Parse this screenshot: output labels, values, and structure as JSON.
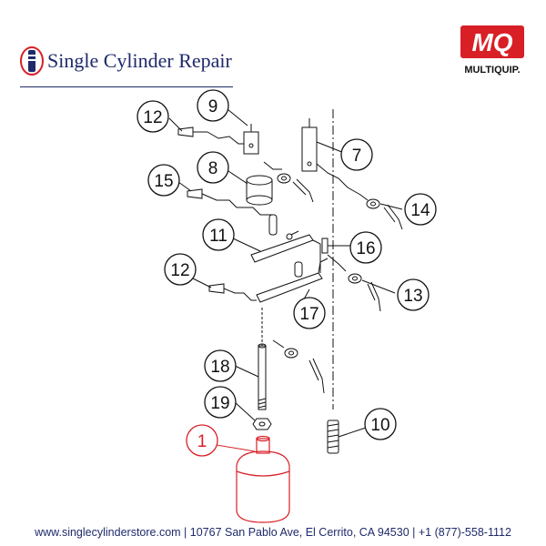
{
  "header": {
    "brand": "Single Cylinder Repair",
    "partner_logo_text": "MQ",
    "partner_name": "MULTIQUIP."
  },
  "callouts": [
    {
      "id": "c1",
      "label": "1",
      "highlight": true
    },
    {
      "id": "c7",
      "label": "7"
    },
    {
      "id": "c8",
      "label": "8"
    },
    {
      "id": "c9",
      "label": "9"
    },
    {
      "id": "c10",
      "label": "10"
    },
    {
      "id": "c11",
      "label": "11"
    },
    {
      "id": "c12a",
      "label": "12"
    },
    {
      "id": "c12b",
      "label": "12"
    },
    {
      "id": "c13",
      "label": "13"
    },
    {
      "id": "c14",
      "label": "14"
    },
    {
      "id": "c15",
      "label": "15"
    },
    {
      "id": "c16",
      "label": "16"
    },
    {
      "id": "c17",
      "label": "17"
    },
    {
      "id": "c18",
      "label": "18"
    },
    {
      "id": "c19",
      "label": "19"
    }
  ],
  "footer": {
    "text": "www.singlecylinderstore.com  |  10767 San Pablo Ave, El Cerrito, CA 94530  |  +1 (877)-558-1112"
  },
  "colors": {
    "brand": "#1f2a6b",
    "highlight": "#d81f26",
    "line": "#111111"
  }
}
